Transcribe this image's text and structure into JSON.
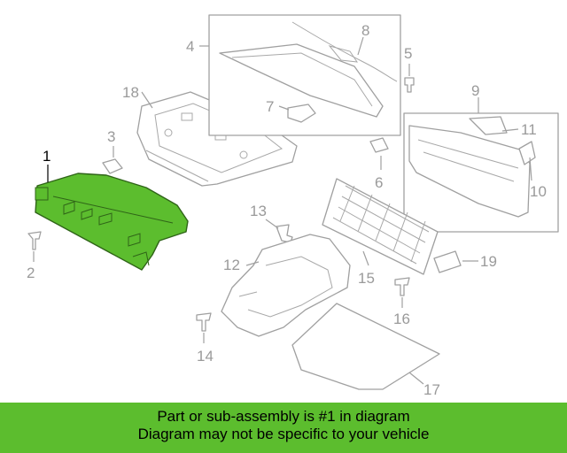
{
  "callouts": {
    "c1": "1",
    "c2": "2",
    "c3": "3",
    "c4": "4",
    "c5": "5",
    "c6": "6",
    "c7": "7",
    "c8": "8",
    "c9": "9",
    "c10": "10",
    "c11": "11",
    "c12": "12",
    "c13": "13",
    "c14": "14",
    "c15": "15",
    "c16": "16",
    "c17": "17",
    "c18": "18",
    "c19": "19"
  },
  "highlight_color": "#5cbd2e",
  "banner": {
    "line1": "Part or sub-assembly is #1 in diagram",
    "line2": "Diagram may not be specific to your vehicle"
  }
}
